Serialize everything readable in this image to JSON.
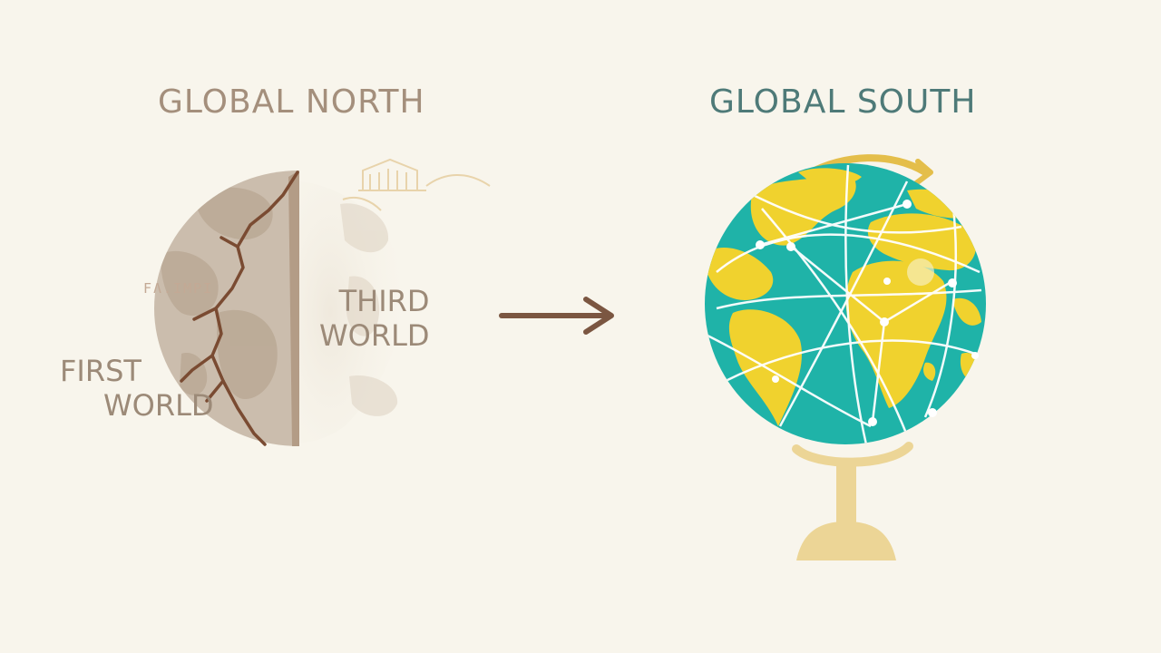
{
  "diagram": {
    "left": {
      "title": "GLOBAL NORTH",
      "labels": {
        "third_world": [
          "THIRD",
          "WORLD"
        ],
        "first_world": [
          "FIRST",
          "WORLD"
        ],
        "faded_text": "FɅ.IMPI"
      }
    },
    "right": {
      "title": "GLOBAL SOUTH"
    },
    "colors": {
      "background": "#f8f5ec",
      "north_title": "#a48f7c",
      "south_title": "#4e7a78",
      "cracked_globe": "#c9b9a8",
      "crack": "#7a4b32",
      "arrow": "#7b5641",
      "ocean": "#1fb3a8",
      "land": "#f0d22e",
      "stand": "#ecd596",
      "network": "#ffffff"
    },
    "icons": [
      "cracked-globe-icon",
      "arrow-right-icon",
      "connected-globe-icon"
    ]
  }
}
